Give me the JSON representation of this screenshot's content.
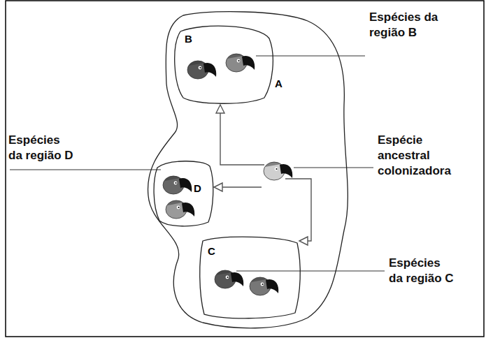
{
  "diagram": {
    "nodes": [
      {
        "text": [
          "A"
        ]
      },
      {
        "text": [
          "B"
        ],
        "in": 0
      },
      {
        "text": [
          "D"
        ],
        "in": 0
      },
      {
        "text": [
          "C"
        ],
        "in": 0
      }
    ],
    "labels": [
      "Espécies da região B",
      "Espécie ancestral colonizadora",
      "Espécies da região D",
      "Espécies da região C"
    ]
  }
}
